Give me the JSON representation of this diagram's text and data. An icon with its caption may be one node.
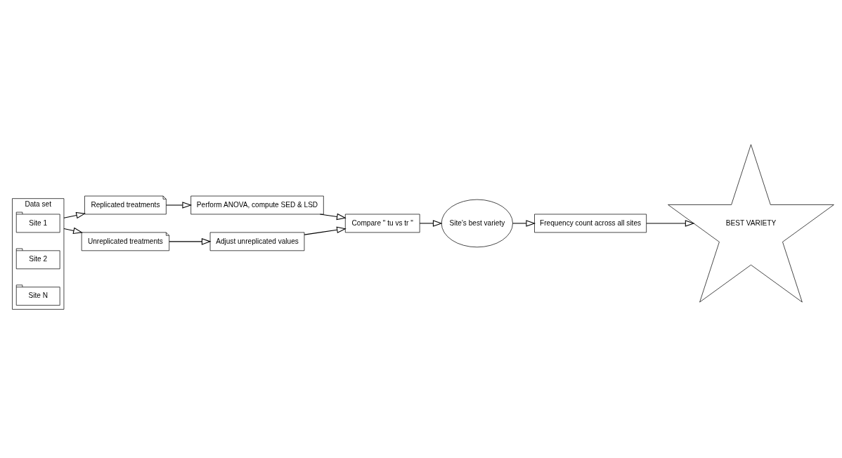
{
  "diagram": {
    "nodes": [
      {
        "text": [
          "Replicated treatments"
        ]
      },
      {
        "text": [
          "Perform ANOVA, compute SED & LSD"
        ]
      },
      {
        "text": [
          "Data set"
        ]
      },
      {
        "text": [
          "Site 1"
        ],
        "in": 2
      },
      {
        "text": [
          "Site 2"
        ],
        "in": 2
      },
      {
        "text": [
          "Site N"
        ],
        "in": 2
      },
      {
        "text": [
          "Compare \" tu vs tr \""
        ]
      },
      {
        "text": [
          "Site’s best variety"
        ]
      },
      {
        "text": [
          "Frequency count across all sites"
        ]
      },
      {
        "text": [
          "BEST VARIETY"
        ]
      },
      {
        "text": [
          "Unreplicated treatments"
        ]
      },
      {
        "text": [
          "Adjust unreplicated values"
        ]
      }
    ],
    "edges": [
      {
        "from": 2,
        "to": 0,
        "arrow": "to"
      },
      {
        "from": 2,
        "to": 10,
        "arrow": "to"
      },
      {
        "from": 0,
        "to": 1,
        "arrow": "to"
      },
      {
        "from": 1,
        "to": 6,
        "arrow": "to"
      },
      {
        "from": 10,
        "to": 11,
        "arrow": "to"
      },
      {
        "from": 11,
        "to": 6,
        "arrow": "to"
      },
      {
        "from": 6,
        "to": 7,
        "arrow": "to"
      },
      {
        "from": 7,
        "to": 8,
        "arrow": "to"
      },
      {
        "from": 8,
        "to": 9,
        "arrow": "to"
      }
    ]
  }
}
